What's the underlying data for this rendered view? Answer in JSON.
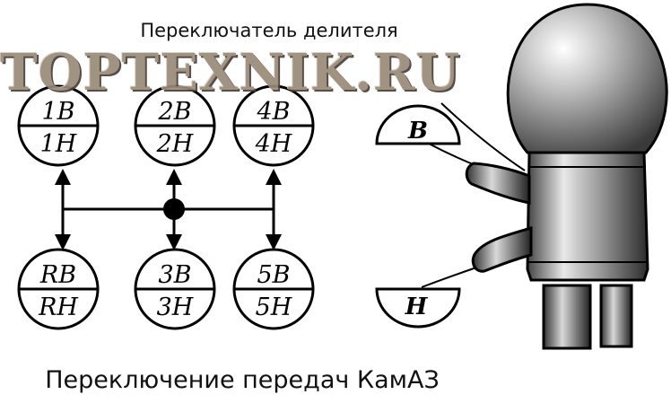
{
  "top_title": "Переключатель делителя",
  "watermark": "TOPTEXNIK.RU",
  "bottom_title": "Переключение передач КамАЗ",
  "gears": {
    "g1": {
      "top": "1B",
      "bottom": "1H"
    },
    "g2": {
      "top": "2B",
      "bottom": "2H"
    },
    "g4": {
      "top": "4B",
      "bottom": "4H"
    },
    "gR": {
      "top": "RB",
      "bottom": "RH"
    },
    "g3": {
      "top": "3B",
      "bottom": "3H"
    },
    "g5": {
      "top": "5B",
      "bottom": "5H"
    }
  },
  "knob_labels": {
    "upper": "B",
    "lower": "H"
  }
}
